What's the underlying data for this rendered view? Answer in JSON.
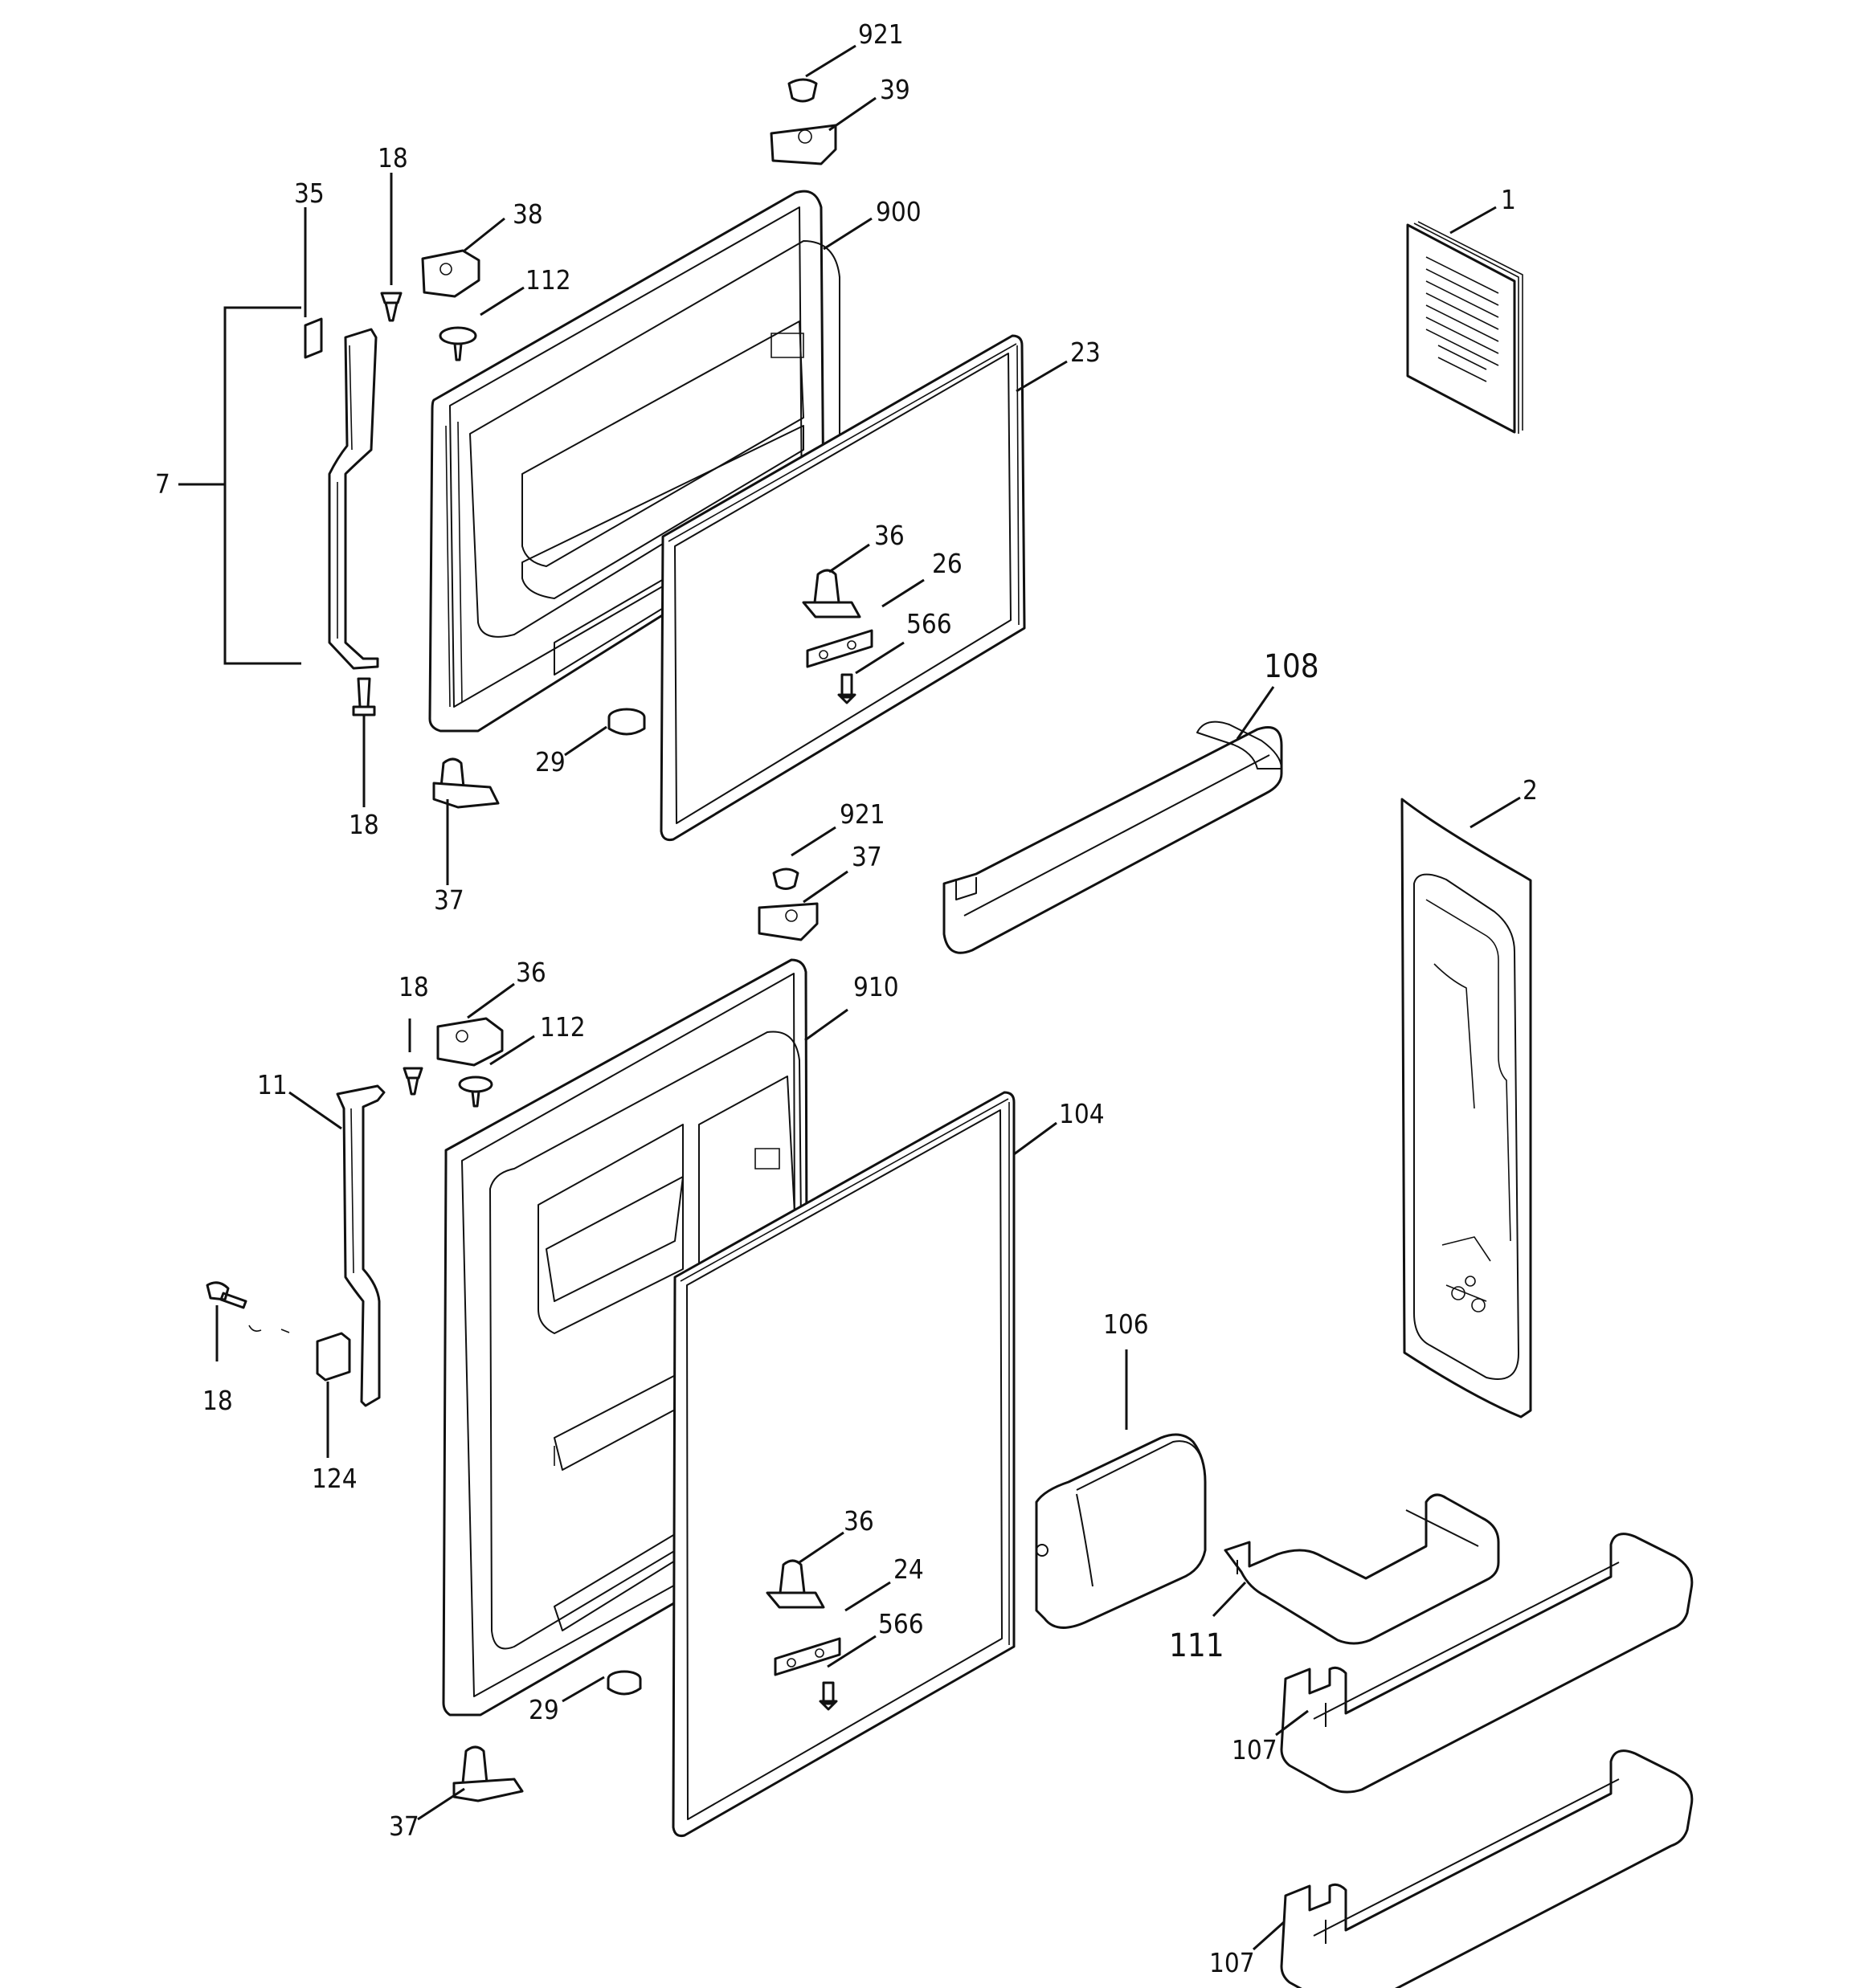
{
  "callouts": {
    "c921a": "921",
    "c39": "39",
    "c900": "900",
    "c1": "1",
    "c18a": "18",
    "c35": "35",
    "c38": "38",
    "c112a": "112",
    "c23": "23",
    "c7": "7",
    "c36a": "36",
    "c26": "26",
    "c566a": "566",
    "c108": "108",
    "c29a": "29",
    "c18b": "18",
    "c37a": "37",
    "c921b": "921",
    "c37b": "37",
    "c2": "2",
    "c18c": "18",
    "c36b": "36",
    "c910": "910",
    "c112b": "112",
    "c11": "11",
    "c104": "104",
    "c18d": "18",
    "c124": "124",
    "c106": "106",
    "c36c": "36",
    "c24": "24",
    "c566b": "566",
    "c111": "111",
    "c29b": "29",
    "c107a": "107",
    "c37c": "37",
    "c107b": "107"
  }
}
